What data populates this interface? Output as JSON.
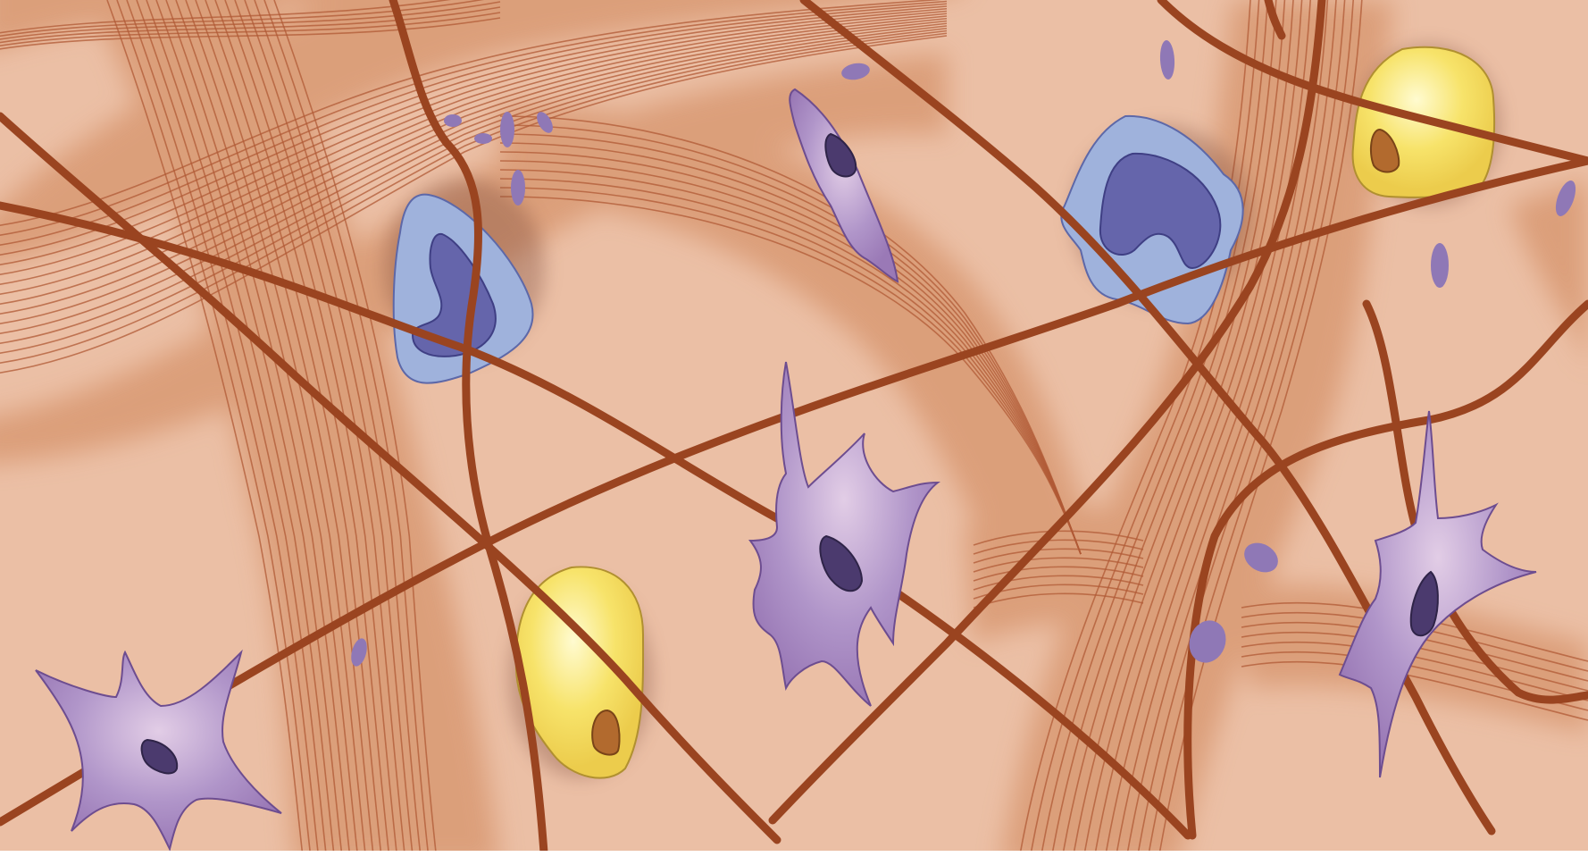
{
  "colors": {
    "background": "#ebbfa5",
    "collagen_bundle": "#d99a73",
    "collagen_line": "#b05a35",
    "elastic_fiber": "#9a4420",
    "macrophage_body": "#9fb2dc",
    "macrophage_nucleus": "#6565ab",
    "fibroblast_body": "#a887c0",
    "fibroblast_nucleus": "#4b3a6e",
    "adipocyte_body": "#f2d65c",
    "adipocyte_nucleus": "#b26a2e",
    "granule": "#8f78b6"
  },
  "cells": {
    "macrophages": 2,
    "fibroblasts": 4,
    "adipocytes": 2
  }
}
